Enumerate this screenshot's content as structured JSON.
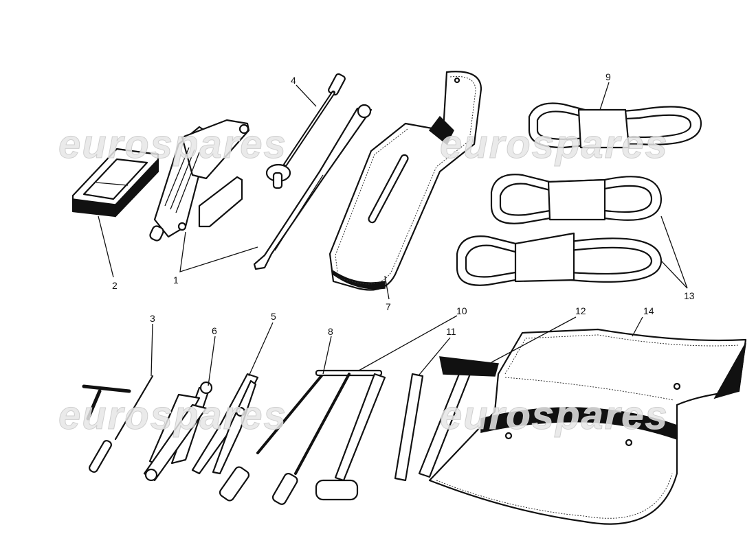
{
  "watermark": "eurospares",
  "callouts": {
    "c1": "1",
    "c2": "2",
    "c3": "3",
    "c4": "4",
    "c5": "5",
    "c6": "6",
    "c7": "7",
    "c8": "8",
    "c9": "9",
    "c10": "10",
    "c11": "11",
    "c12": "12",
    "c13": "13",
    "c14": "14"
  }
}
